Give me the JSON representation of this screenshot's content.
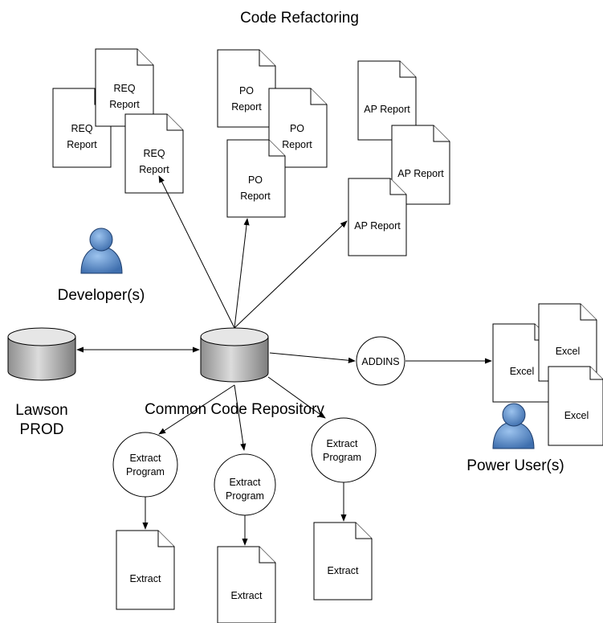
{
  "title": "Code Refactoring",
  "nodes": {
    "lawson": {
      "line1": "Lawson",
      "line2": "PROD"
    },
    "repository": {
      "label": "Common Code Repository"
    },
    "developer": {
      "label": "Developer(s)"
    },
    "power_user": {
      "label": "Power User(s)"
    },
    "addins": {
      "label": "ADDINS"
    },
    "extract_program": {
      "line1": "Extract",
      "line2": "Program"
    }
  },
  "reports": {
    "req": {
      "line1": "REQ",
      "line2": "Report"
    },
    "po": {
      "line1": "PO",
      "line2": "Report"
    },
    "ap": {
      "label": "AP Report"
    },
    "excel": {
      "label": "Excel"
    },
    "extract": {
      "label": "Extract"
    }
  },
  "colors": {
    "person": "#5b8bc8",
    "database": "#b8b8b8",
    "line": "#000000"
  },
  "icons": [
    "database-icon",
    "person-icon",
    "document-icon"
  ]
}
